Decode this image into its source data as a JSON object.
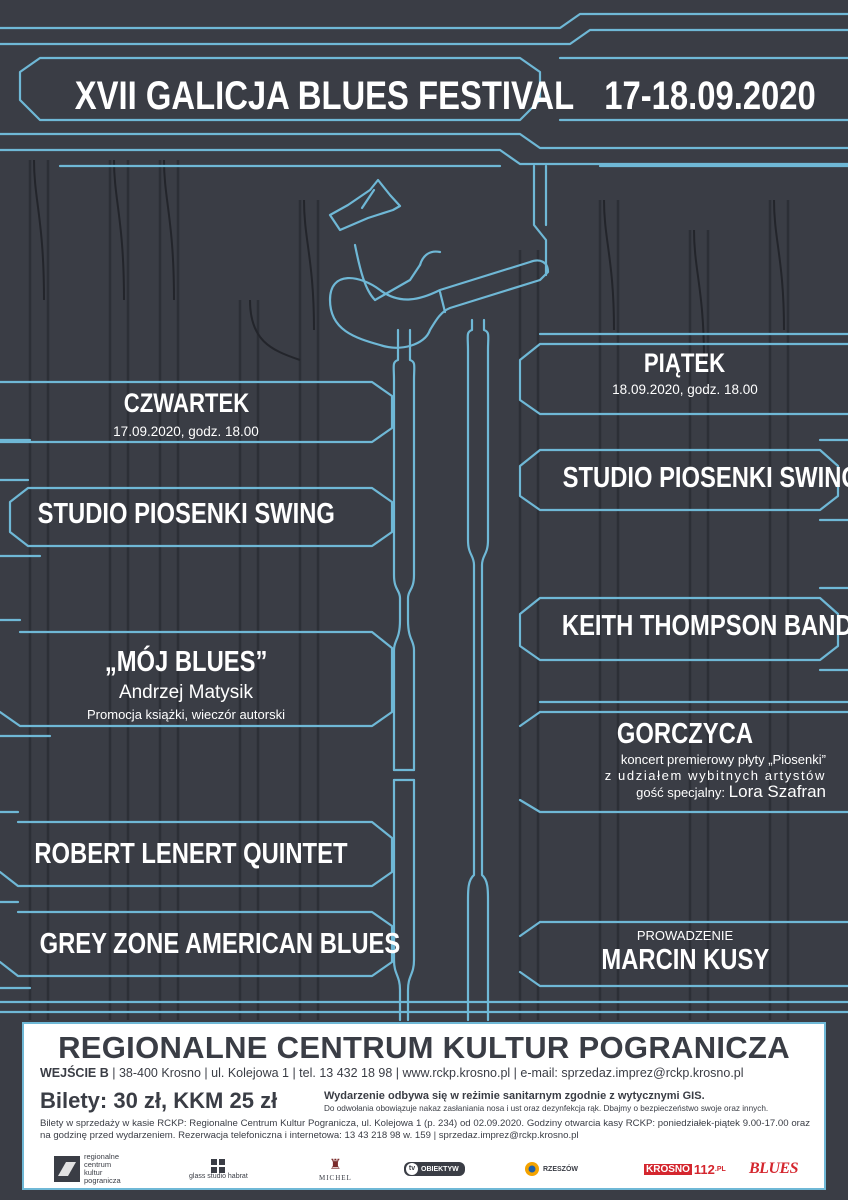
{
  "header": {
    "title": "XVII GALICJA BLUES FESTIVAL",
    "dates": "17-18.09.2020"
  },
  "thursday": {
    "day": "CZWARTEK",
    "when": "17.09.2020, godz. 18.00",
    "acts": [
      {
        "name": "STUDIO PIOSENKI SWING"
      },
      {
        "name": "„MÓJ BLUES”",
        "author": "Andrzej Matysik",
        "note": "Promocja książki, wieczór autorski"
      },
      {
        "name": "ROBERT LENERT QUINTET"
      },
      {
        "name": "GREY ZONE AMERICAN BLUES"
      }
    ]
  },
  "friday": {
    "day": "PIĄTEK",
    "when": "18.09.2020, godz. 18.00",
    "acts": [
      {
        "name": "STUDIO PIOSENKI SWING"
      },
      {
        "name": "KEITH THOMPSON BAND"
      },
      {
        "name": "GORCZYCA",
        "line1": "koncert premierowy płyty „Piosenki”",
        "line2": "z udziałem wybitnych artystów",
        "guest_label": "gość specjalny:",
        "guest": "Lora Szafran"
      }
    ],
    "host_label": "PROWADZENIE",
    "host": "MARCIN KUSY"
  },
  "footer": {
    "org": "REGIONALNE CENTRUM KULTUR POGRANICZA",
    "entrance": "WEJŚCIE B",
    "address": " | 38-400 Krosno | ul. Kolejowa 1 | tel. 13 432 18 98 | www.rckp.krosno.pl | e-mail: sprzedaz.imprez@rckp.krosno.pl",
    "tickets": "Bilety: 30 zł, KKM 25 zł",
    "sanitary": "Wydarzenie odbywa się w reżimie sanitarnym zgodnie z wytycznymi GIS.",
    "sanitary_note": "Do odwołania obowiązuje nakaz zasłaniania nosa i ust oraz dezynfekcja rąk. Dbajmy o bezpieczeństwo swoje oraz innych.",
    "box_office": "Bilety w sprzedaży w kasie RCKP: Regionalne Centrum Kultur Pogranicza, ul. Kolejowa 1 (p. 234) od 02.09.2020. Godziny otwarcia kasy RCKP: poniedziałek-piątek 9.00-17.00 oraz na godzinę przed wydarzeniem. Rezerwacja telefoniczna i internetowa: 13 43 218 98 w. 159 | sprzedaz.imprez@rckp.krosno.pl",
    "logos": {
      "rckp": "regionalne centrum kultur pogranicza",
      "glass": "glass studio habrat",
      "michel": "MICHEL",
      "tv": "OBIEKTYW",
      "radio": "RZESZÓW",
      "krosno": "KROSNO",
      "krosno_num": "112",
      "krosno_pl": ".PL",
      "blues": "BLUES"
    }
  },
  "colors": {
    "background": "#3a3d45",
    "line": "#6fb8d6",
    "text": "#ffffff",
    "panel_text": "#3a3d45"
  }
}
